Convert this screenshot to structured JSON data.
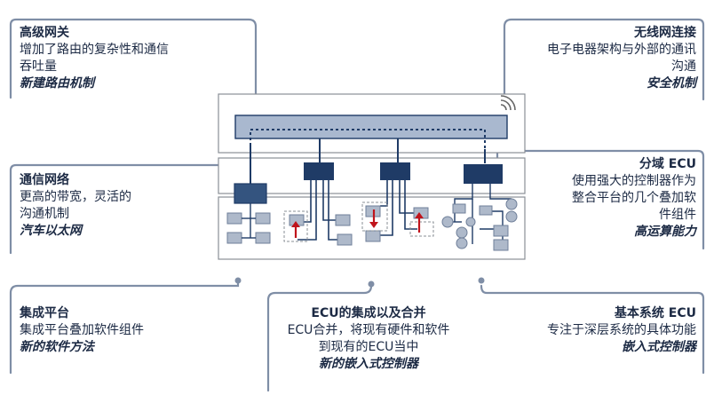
{
  "callouts": {
    "top_left": {
      "title": "高级网关",
      "body": [
        "增加了路由的复杂性和通信",
        "吞吐量"
      ],
      "emphasis": "新建路由机制"
    },
    "top_right": {
      "title": "无线网连接",
      "body": [
        "电子电器架构与外部的通讯",
        "沟通"
      ],
      "emphasis": "安全机制"
    },
    "mid_left": {
      "title": "通信网络",
      "body": [
        "更高的带宽，灵活的",
        "沟通机制"
      ],
      "emphasis": "汽车以太网"
    },
    "mid_right": {
      "title": "分域 ECU",
      "body": [
        "使用强大的控制器作为",
        "整合平台的几个叠加软",
        "件组件"
      ],
      "emphasis": "高运算能力"
    },
    "bottom_left": {
      "title": "集成平台",
      "body": [
        "集成平台叠加软件组件"
      ],
      "emphasis": "新的软件方法"
    },
    "bottom_center": {
      "title": "ECU的集成以及合并",
      "body": [
        "ECU合并，将现有硬件和软件",
        "到现有的ECU当中"
      ],
      "emphasis": "新的嵌入式控制器"
    },
    "bottom_right": {
      "title": "基本系统 ECU",
      "body": [
        "专注于深层系统的具体功能"
      ],
      "emphasis": "嵌入式控制器"
    }
  },
  "colors": {
    "dark_navy": "#1f3b66",
    "gateway_fill": "#a9b8cf",
    "light_box": "#aeb9ca",
    "connector": "#7f8ea6",
    "frame": "#8a8f96",
    "arrow_red": "#c0141c"
  }
}
